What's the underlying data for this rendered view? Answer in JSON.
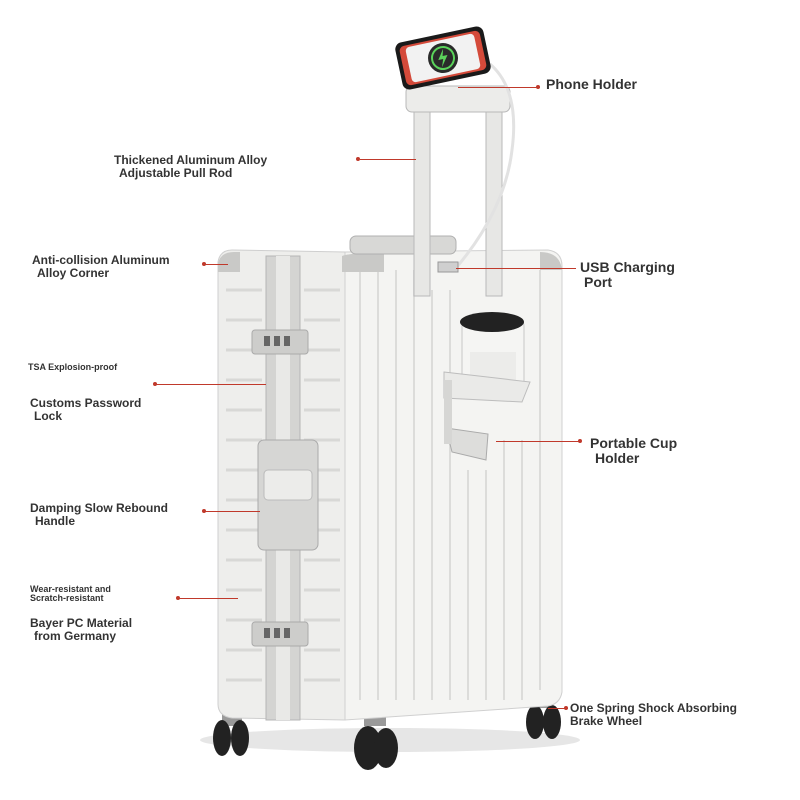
{
  "colors": {
    "accent": "#c0392b",
    "text": "#333333",
    "shell": "#f1f1ef"
  },
  "labels": {
    "phone_holder": "Phone Holder",
    "pull_rod_1": "Thickened Aluminum Alloy",
    "pull_rod_2": "Adjustable Pull Rod",
    "corner_1": "Anti-collision Aluminum",
    "corner_2": "Alloy Corner",
    "usb_1": "USB Charging",
    "usb_2": "Port",
    "tsa_small": "TSA Explosion-proof",
    "tsa_1": "Customs Password",
    "tsa_2": "Lock",
    "cup_1": "Portable Cup",
    "cup_2": "Holder",
    "handle_1": "Damping Slow Rebound",
    "handle_2": "Handle",
    "pc_small_1": "Wear-resistant and",
    "pc_small_2": "Scratch-resistant",
    "pc_1": "Bayer PC Material",
    "pc_2": "from Germany",
    "wheel_1": "One Spring Shock Absorbing",
    "wheel_2": "Brake Wheel"
  },
  "icons": [
    "charging-bolt-icon"
  ]
}
